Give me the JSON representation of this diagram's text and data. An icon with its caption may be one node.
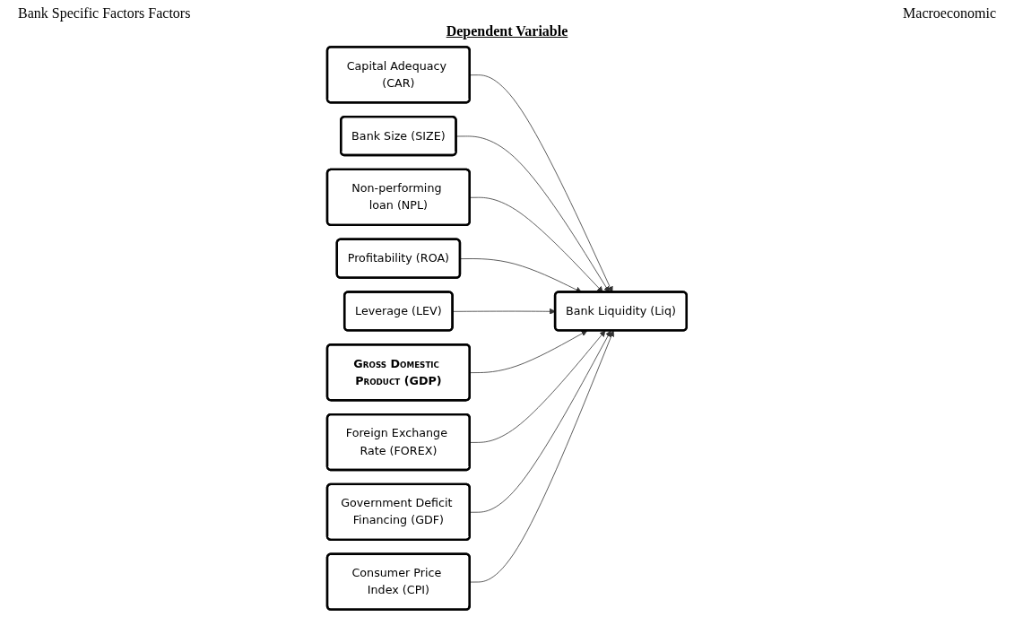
{
  "diagram": {
    "nodes": [
      {
        "text": [
          "Capital Adequacy (CAR)"
        ]
      },
      {
        "text": [
          "Bank Size (SIZE)"
        ]
      },
      {
        "text": [
          "Non-performing loan (NPL)"
        ]
      },
      {
        "text": [
          "Profitability (ROA)"
        ]
      },
      {
        "text": [
          "Leverage (LEV)"
        ]
      },
      {
        "text": [
          "Bank Liquidity (Liq)"
        ]
      },
      {
        "text": [
          "Gross Domestic Product (GDP)"
        ]
      },
      {
        "text": [
          "Foreign Exchange Rate (FOREX)"
        ]
      },
      {
        "text": [
          "Government Deficit Financing (GDF)"
        ]
      },
      {
        "text": [
          "Consumer Price Index (CPI)"
        ]
      }
    ],
    "edges": [
      {
        "from": 0,
        "to": 5,
        "arrow": "to"
      },
      {
        "from": 1,
        "to": 5,
        "arrow": "to"
      },
      {
        "from": 2,
        "to": 5,
        "arrow": "to"
      },
      {
        "from": 3,
        "to": 5,
        "arrow": "to"
      },
      {
        "from": 4,
        "to": 5,
        "arrow": "to"
      },
      {
        "from": 6,
        "to": 5,
        "arrow": "to"
      },
      {
        "from": 7,
        "to": 5,
        "arrow": "to"
      },
      {
        "from": 8,
        "to": 5,
        "arrow": "to"
      },
      {
        "from": 9,
        "to": 5,
        "arrow": "to"
      }
    ],
    "labels": [
      "Bank Specific Factors Factors",
      "Macroeconomic",
      "Dependent Variable"
    ]
  }
}
